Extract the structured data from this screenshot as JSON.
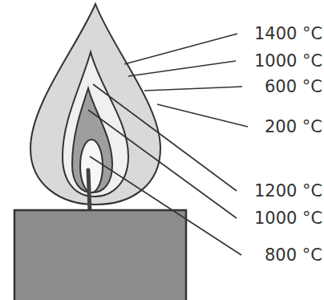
{
  "diagram": {
    "labels": [
      "1400 °C",
      "1000 °C",
      "600 °C",
      "200 °C",
      "1200 °C",
      "1000 °C",
      "800 °C"
    ]
  }
}
